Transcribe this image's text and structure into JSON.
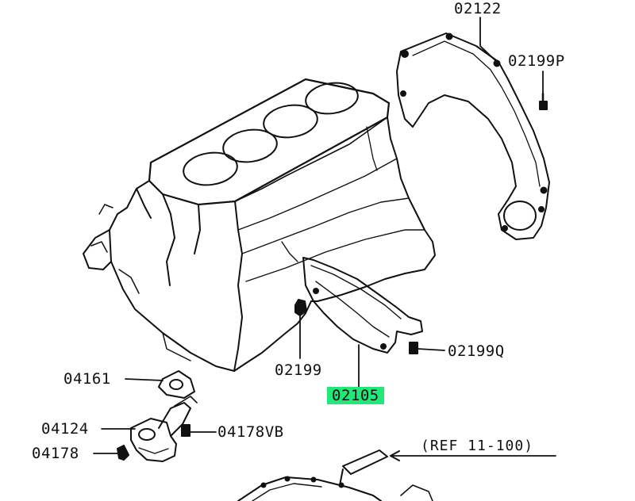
{
  "diagram": {
    "highlight_color": "#22e87a",
    "line_color": "#111111",
    "callouts": {
      "c02122": "02122",
      "c02199p": "02199P",
      "c02199q": "02199Q",
      "c02199": "02199",
      "c02105": "02105",
      "c04161": "04161",
      "c04124": "04124",
      "c04178vb": "04178VB",
      "c04178": "04178"
    },
    "reference": "(REF 11-100)"
  }
}
